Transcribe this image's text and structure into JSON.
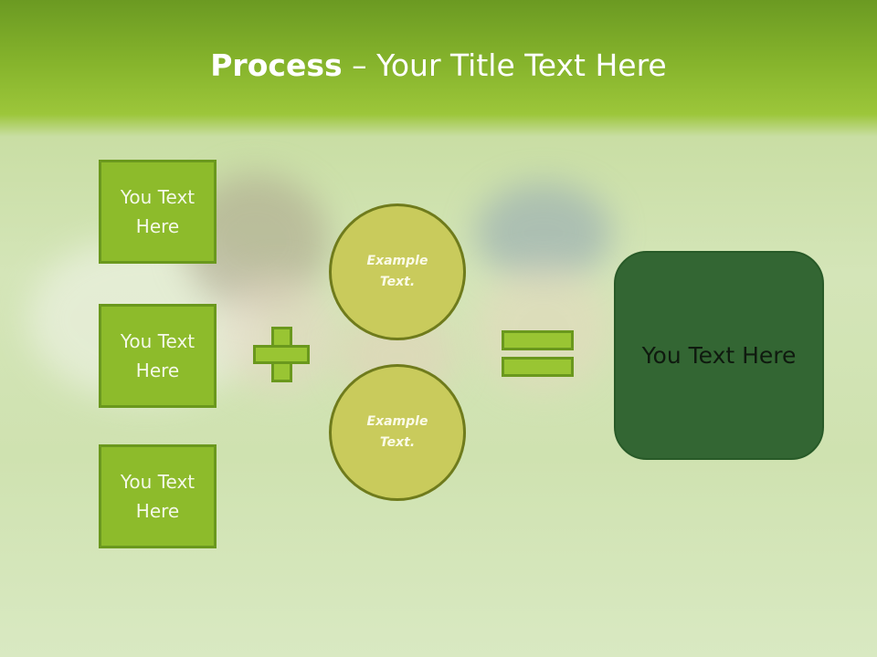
{
  "title": {
    "bold": "Process",
    "rest": " – Your Title Text Here"
  },
  "left_boxes": [
    {
      "label": "You Text Here"
    },
    {
      "label": "You Text Here"
    },
    {
      "label": "You Text Here"
    }
  ],
  "circles": [
    {
      "label": "Example Text."
    },
    {
      "label": "Example Text."
    }
  ],
  "result": {
    "label": "You Text Here"
  },
  "operators": {
    "plus": "plus-icon",
    "equals": "equals-icon"
  },
  "colors": {
    "header": "#6b9a22",
    "box": "#8dbb2b",
    "circle": "#c9cb5c",
    "result": "#336633"
  }
}
